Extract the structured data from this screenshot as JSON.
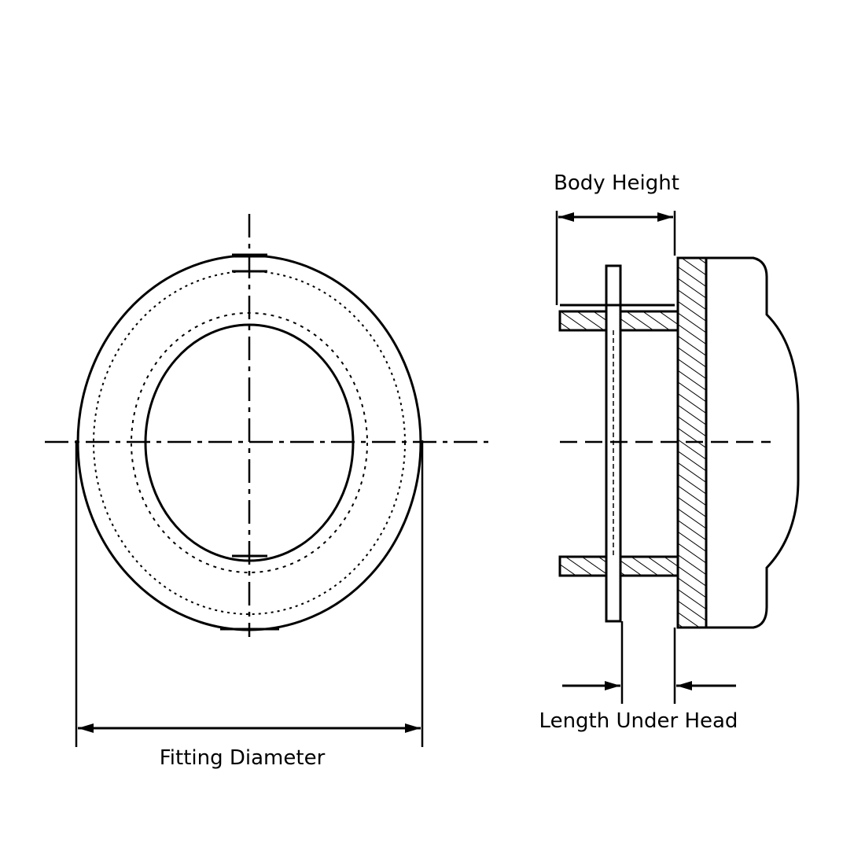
{
  "labels": {
    "fitting_diameter": "Fitting Diameter",
    "body_height": "Body Height",
    "length_under_head": "Length Under Head"
  },
  "colors": {
    "line": "#000000",
    "background": "#ffffff"
  }
}
